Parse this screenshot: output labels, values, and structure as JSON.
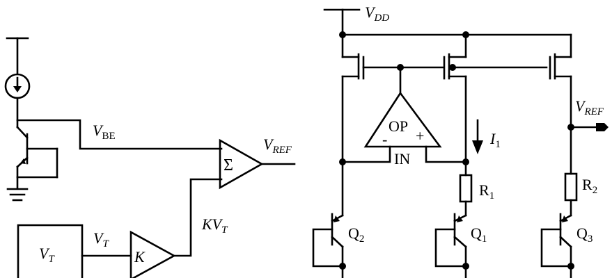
{
  "left": {
    "vbe": {
      "main": "V",
      "sub": "BE"
    },
    "vref": {
      "main": "V",
      "sub": "REF"
    },
    "vt_line": {
      "main": "V",
      "sub": "T"
    },
    "kvt": {
      "main": "KV",
      "sub": "T"
    },
    "vt_box": {
      "main": "V",
      "sub": "T"
    },
    "gain": "K",
    "sum": "Σ"
  },
  "right": {
    "vdd": {
      "main": "V",
      "sub": "DD"
    },
    "vref": {
      "main": "V",
      "sub": "REF"
    },
    "opamp": "OP",
    "minus": "-",
    "plus": "+",
    "in": "IN",
    "i1": {
      "main": "I",
      "sub": "1"
    },
    "r1": {
      "main": "R",
      "sub": "1"
    },
    "r2": {
      "main": "R",
      "sub": "2"
    },
    "q1": {
      "main": "Q",
      "sub": "1"
    },
    "q2": {
      "main": "Q",
      "sub": "2"
    },
    "q3": {
      "main": "Q",
      "sub": "3"
    }
  }
}
